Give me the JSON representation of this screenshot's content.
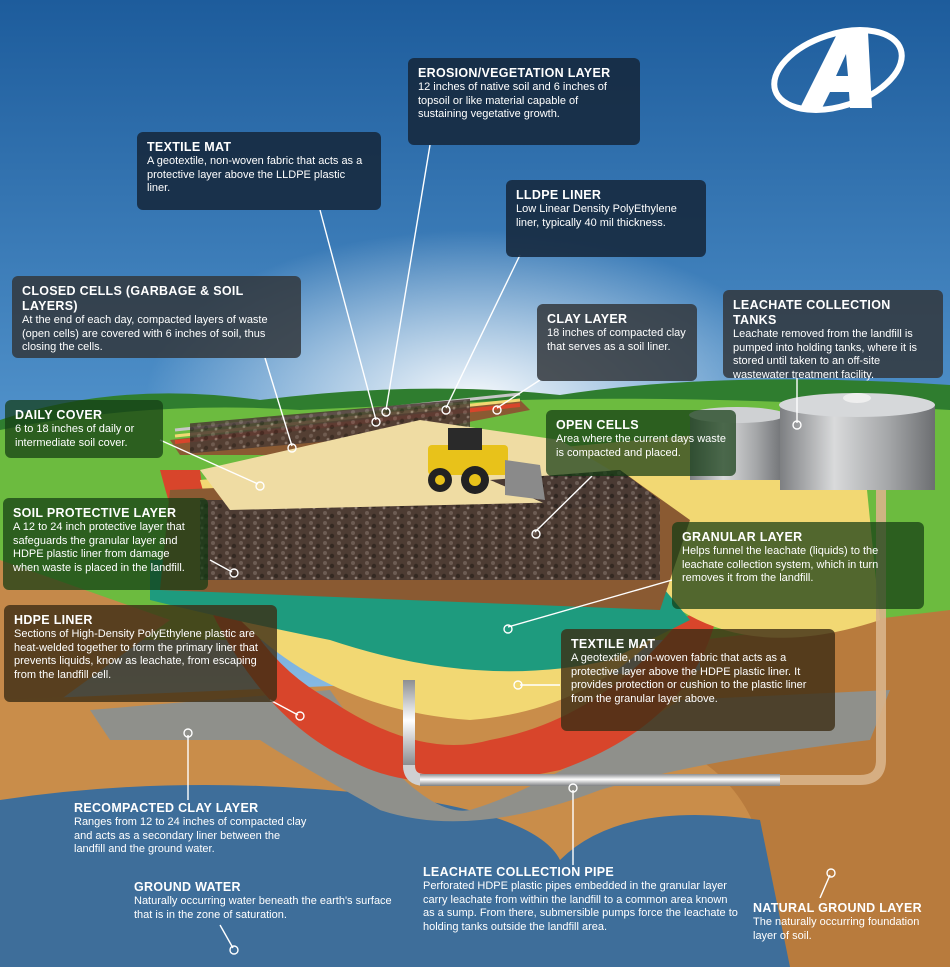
{
  "logo": {
    "letter": "A",
    "name": "company-logo"
  },
  "colors": {
    "sky_top": "#1f5f9e",
    "sky_bottom": "#8cc3ea",
    "grass": "#6dbb3e",
    "soil": "#c98d4a",
    "clay_gray": "#9a9a94",
    "hdpe_red": "#d8452b",
    "granular_yellow": "#f2d873",
    "textile_teal": "#1e9b7e",
    "ground_water": "#3e6e9a",
    "callout_dark": "#16283c"
  },
  "callouts": [
    {
      "id": "erosion-vegetation-layer",
      "title": "EROSION/VEGETATION LAYER",
      "text": "12 inches of native soil and 6 inches of topsoil or like material capable of sustaining vegetative growth."
    },
    {
      "id": "textile-mat-top",
      "title": "TEXTILE MAT",
      "text": "A geotextile, non-woven fabric that acts as a protective layer above the LLDPE plastic liner."
    },
    {
      "id": "lldpe-liner",
      "title": "LLDPE LINER",
      "text": "Low Linear Density PolyEthylene liner, typically 40 mil thickness."
    },
    {
      "id": "closed-cells",
      "title": "CLOSED CELLS (GARBAGE & SOIL LAYERS)",
      "text": "At the end of each day, compacted layers of waste (open cells) are covered with 6 inches of soil, thus closing the cells."
    },
    {
      "id": "clay-layer",
      "title": "CLAY LAYER",
      "text": "18 inches of compacted clay that serves as a soil liner."
    },
    {
      "id": "leachate-collection-tanks",
      "title": "LEACHATE COLLECTION TANKS",
      "text": "Leachate removed from the landfill is pumped into holding tanks, where it is stored until taken to an off-site wastewater treatment facility."
    },
    {
      "id": "daily-cover",
      "title": "DAILY COVER",
      "text": "6 to 18 inches of daily or intermediate soil cover."
    },
    {
      "id": "open-cells",
      "title": "OPEN CELLS",
      "text": "Area where the current days waste is compacted and placed."
    },
    {
      "id": "soil-protective-layer",
      "title": "SOIL PROTECTIVE LAYER",
      "text": "A 12 to 24 inch protective layer that safeguards the granular layer and HDPE plastic liner from damage when waste is placed in the landfill."
    },
    {
      "id": "granular-layer",
      "title": "GRANULAR LAYER",
      "text": "Helps funnel the leachate (liquids) to the leachate collection system, which in turn removes it from the landfill."
    },
    {
      "id": "hdpe-liner",
      "title": "HDPE LINER",
      "text": "Sections of High-Density PolyEthylene plastic are heat-welded together to form the primary liner that prevents liquids, know as leachate, from escaping from the landfill cell."
    },
    {
      "id": "textile-mat-bottom",
      "title": "TEXTILE MAT",
      "text": "A geotextile, non-woven fabric that acts as a protective layer above the HDPE plastic liner. It provides protection or cushion to the plastic liner from the granular layer above."
    },
    {
      "id": "recompacted-clay-layer",
      "title": "RECOMPACTED CLAY LAYER",
      "text": "Ranges from 12 to 24 inches of compacted clay and acts as a secondary liner between the landfill and the ground water."
    },
    {
      "id": "leachate-collection-pipe",
      "title": "LEACHATE COLLECTION PIPE",
      "text": "Perforated HDPE plastic pipes embedded in the granular layer carry leachate from within the landfill to a common area known as a sump. From there, submersible pumps force the leachate to holding tanks outside the landfill area."
    },
    {
      "id": "ground-water",
      "title": "GROUND WATER",
      "text": "Naturally occurring water beneath the earth's surface that is in the zone of saturation."
    },
    {
      "id": "natural-ground-layer",
      "title": "NATURAL GROUND LAYER",
      "text": "The naturally occurring foundation layer of soil."
    }
  ]
}
